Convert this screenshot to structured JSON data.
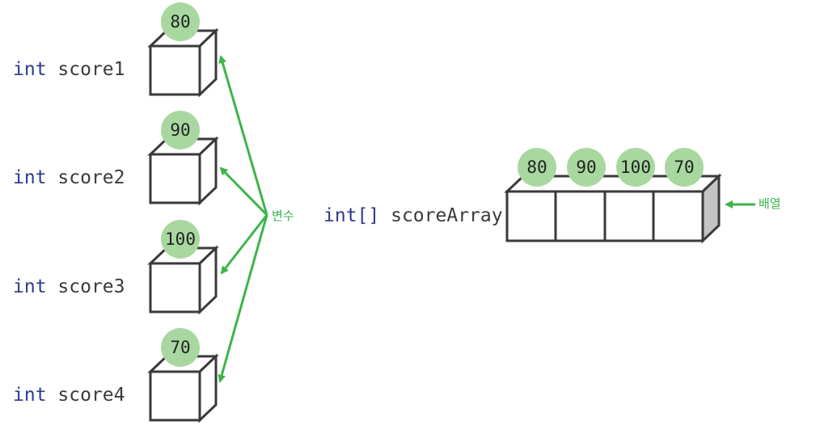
{
  "variables": [
    {
      "type": "int",
      "name": "score1",
      "value": "80"
    },
    {
      "type": "int",
      "name": "score2",
      "value": "90"
    },
    {
      "type": "int",
      "name": "score3",
      "value": "100"
    },
    {
      "type": "int",
      "name": "score4",
      "value": "70"
    }
  ],
  "array": {
    "type": "int[]",
    "name": "scoreArray",
    "values": [
      "80",
      "90",
      "100",
      "70"
    ]
  },
  "labels": {
    "variable": "변수",
    "array": "배열"
  },
  "colors": {
    "circle_fill": "#a8d8a0",
    "arrow": "#3cb54a",
    "keyword": "#2e3a8c",
    "box_stroke": "#3a3a3a",
    "shaded_face": "#c4c4c4"
  }
}
